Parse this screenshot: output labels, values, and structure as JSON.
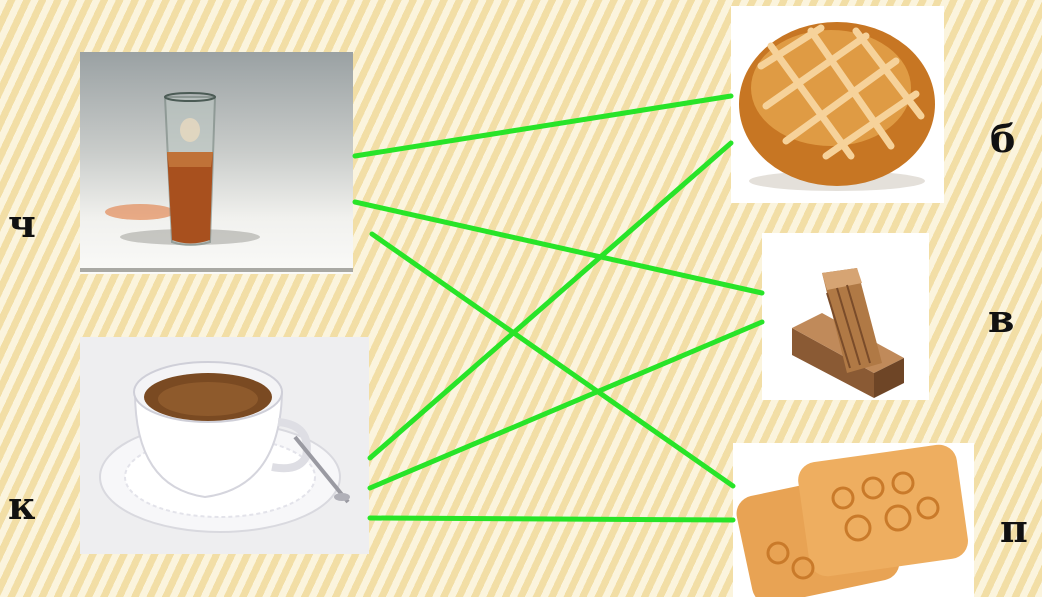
{
  "slide": {
    "accent_color": "#28e428",
    "left_items": [
      {
        "letter": "ч",
        "image": "tea-glass"
      },
      {
        "letter": "к",
        "image": "coffee-cup"
      }
    ],
    "right_items": [
      {
        "letter": "б",
        "image": "bread-loaf"
      },
      {
        "letter": "в",
        "image": "wafers"
      },
      {
        "letter": "п",
        "image": "cookies"
      }
    ]
  }
}
